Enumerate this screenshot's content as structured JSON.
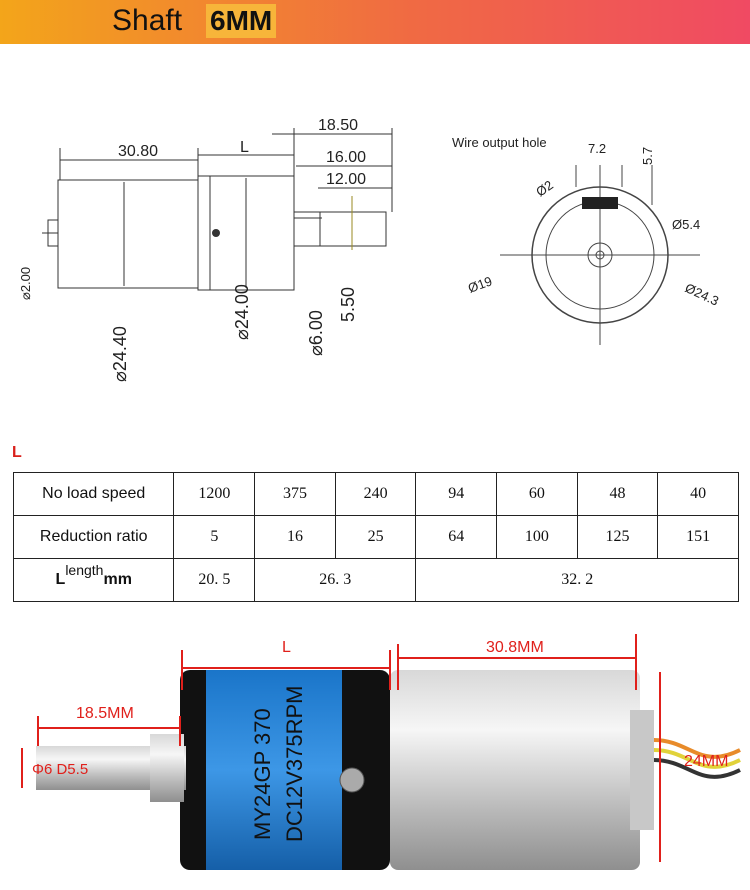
{
  "banner": {
    "title": "Shaft",
    "subtitle": "6MM",
    "colors": [
      "#f3a51a",
      "#f04a63"
    ]
  },
  "drawing": {
    "dim_30_80": "30.80",
    "dim_L": "L",
    "dim_18_50": "18.50",
    "dim_16_00": "16.00",
    "dim_12_00": "12.00",
    "dia_2_00": "⌀2.00",
    "dia_24_40": "⌀24.40",
    "dia_24_00": "⌀24.00",
    "dia_6_00": "⌀6.00",
    "dim_5_50": "5.50"
  },
  "end_view": {
    "wire_hole_label": "Wire output hole",
    "dim_7_2": "7.2",
    "dim_5_7": "5.7",
    "dia_2": "Ø2",
    "dia_5_4": "Ø5.4",
    "dia_19": "Ø19",
    "dia_24_3": "Ø24.3"
  },
  "table": {
    "section_label": "L",
    "rows": [
      {
        "label": "No load speed",
        "values": [
          "1200",
          "375",
          "240",
          "94",
          "60",
          "48",
          "40"
        ]
      },
      {
        "label": "Reduction ratio",
        "values": [
          "5",
          "16",
          "25",
          "64",
          "100",
          "125",
          "151"
        ]
      }
    ],
    "length_row": {
      "label_l": "L",
      "label_sup": "length",
      "label_mm": "mm",
      "values": [
        "20. 5",
        "26. 3",
        "32. 2"
      ]
    }
  },
  "photo": {
    "dim_L": "L",
    "dim_30_8": "30.8MM",
    "dim_18_5": "18.5MM",
    "dim_shaft": "Φ6 D5.5",
    "dim_24": "24MM",
    "label_line1": "MY24GP 370",
    "label_line2": "DC12V375RPM",
    "accent_color": "#e0201b"
  }
}
